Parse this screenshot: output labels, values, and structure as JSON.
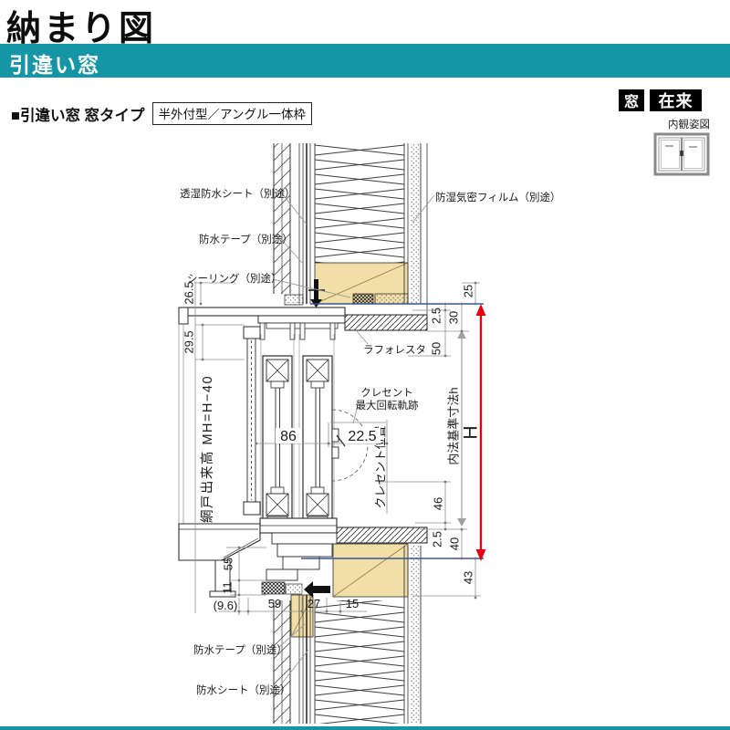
{
  "header": {
    "title": "納まり図",
    "bar_label": "引違い窓",
    "section_title": "■引違い窓 窓タイプ",
    "section_tag": "半外付型／アングル一体枠",
    "badge_mado": "窓",
    "badge_zairai": "在来",
    "icon_caption": "内観姿図"
  },
  "diagram": {
    "callouts": {
      "toushitsu": "透湿防水シート（別途）",
      "tape_top": "防水テープ（別途）",
      "sealing": "シーリング（別途）",
      "film": "防湿気密フィルム（別途）",
      "tape_bottom": "防水テープ（別途）",
      "sheet_bottom": "防水シート（別途）",
      "laforesta": "ラフォレスタ",
      "crescent_traj_1": "クレセント",
      "crescent_traj_2": "最大回転軌跡",
      "crescent_pos": "クレセント位置",
      "uchinori": "内法基準寸法h",
      "big_h": "H",
      "amido": "網戸出来高 MH=H−40"
    },
    "dims": {
      "v26_5": "26.5",
      "v29_5": "29.5",
      "v55": "55",
      "v11": "11",
      "v9_6": "(9.6)",
      "h59": "59",
      "h27": "27",
      "h15": "15",
      "h86": "86",
      "h22_5": "22.5",
      "v25": "25",
      "v2_5_top": "2.5",
      "v30": "30",
      "v50": "50",
      "v46": "46",
      "v2_5_bot": "2.5",
      "v40": "40",
      "v43": "43"
    }
  },
  "colors": {
    "teal": "#1596a6",
    "red": "#e60012",
    "blue": "#3a5693",
    "tan": "#f2dfa8"
  }
}
